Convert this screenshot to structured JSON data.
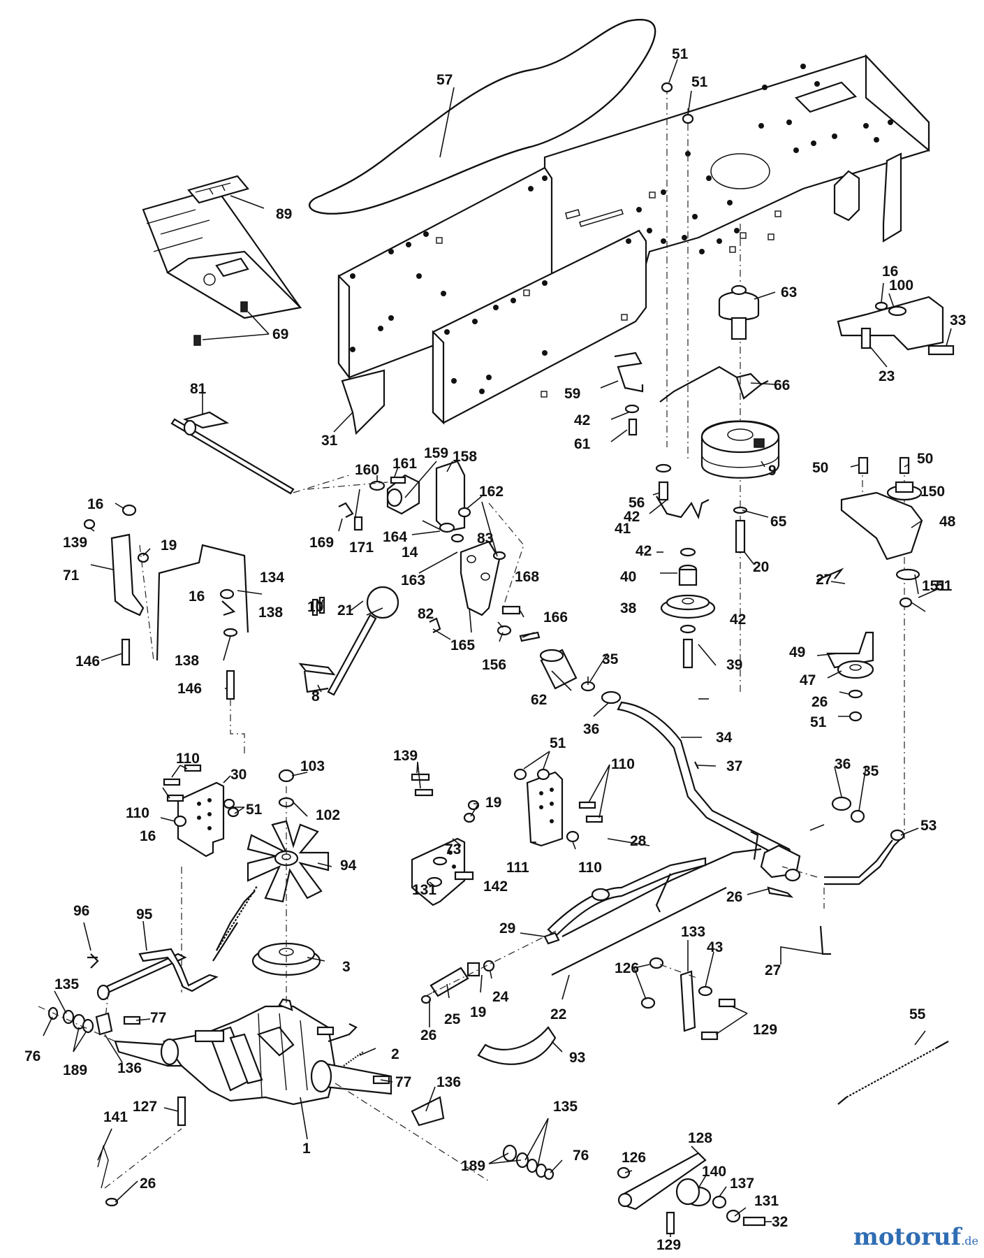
{
  "diagram": {
    "callouts": {
      "c57": "57",
      "c51a": "51",
      "c51b": "51",
      "c89": "89",
      "c69": "69",
      "c63": "63",
      "c16a": "16",
      "c100": "100",
      "c33": "33",
      "c23": "23",
      "c59": "59",
      "c66": "66",
      "c81": "81",
      "c31": "31",
      "c42a": "42",
      "c61": "61",
      "c160": "160",
      "c161": "161",
      "c159": "159",
      "c158": "158",
      "c162": "162",
      "c9": "9",
      "c50a": "50",
      "c50b": "50",
      "c150": "150",
      "c48": "48",
      "c16b": "16",
      "c139a": "139",
      "c19a": "19",
      "c71": "71",
      "c169": "169",
      "c171": "171",
      "c164": "164",
      "c14": "14",
      "c83": "83",
      "c163": "163",
      "c42b": "42",
      "c56": "56",
      "c65": "65",
      "c41": "41",
      "c20": "20",
      "c42c": "42",
      "c27a": "27",
      "c151": "151",
      "c51c": "51",
      "c134": "134",
      "c21": "21",
      "c16c": "16",
      "c138a": "138",
      "c168": "168",
      "c40": "40",
      "c38": "38",
      "c42d": "42",
      "c10": "10",
      "c82": "82",
      "c166": "166",
      "c165": "165",
      "c146a": "146",
      "c138b": "138",
      "c156": "156",
      "c35a": "35",
      "c39": "39",
      "c49": "49",
      "c47": "47",
      "c146b": "146",
      "c8": "8",
      "c62": "62",
      "c26a": "26",
      "c36a": "36",
      "c51d": "51",
      "c34": "34",
      "c37": "37",
      "c110a": "110",
      "c30": "30",
      "c103": "103",
      "c139b": "139",
      "c51e": "51",
      "c110b": "110",
      "c36b": "36",
      "c35b": "35",
      "c51f": "51",
      "c110c": "110",
      "c19b": "19",
      "c102": "102",
      "c16d": "16",
      "c53": "53",
      "c94": "94",
      "c73": "73",
      "c28": "28",
      "c111": "111",
      "c110d": "110",
      "c131a": "131",
      "c142": "142",
      "c26b": "26",
      "c96": "96",
      "c95": "95",
      "c29": "29",
      "c133": "133",
      "c43": "43",
      "c3": "3",
      "c27b": "27",
      "c135a": "135",
      "c126a": "126",
      "c25": "25",
      "c19c": "19",
      "c24": "24",
      "c22": "22",
      "c55": "55",
      "c129a": "129",
      "c77a": "77",
      "c26c": "26",
      "c76a": "76",
      "c189a": "189",
      "c136a": "136",
      "c2": "2",
      "c93": "93",
      "c77b": "77",
      "c136b": "136",
      "c127": "127",
      "c135b": "135",
      "c141": "141",
      "c1": "1",
      "c189b": "189",
      "c76b": "76",
      "c128": "128",
      "c126b": "126",
      "c140": "140",
      "c137": "137",
      "c26d": "26",
      "c131b": "131",
      "c32": "32",
      "c129b": "129"
    }
  },
  "watermark": {
    "brand": "motoruf",
    "suffix": ".de",
    "color": "#2f6db3"
  }
}
